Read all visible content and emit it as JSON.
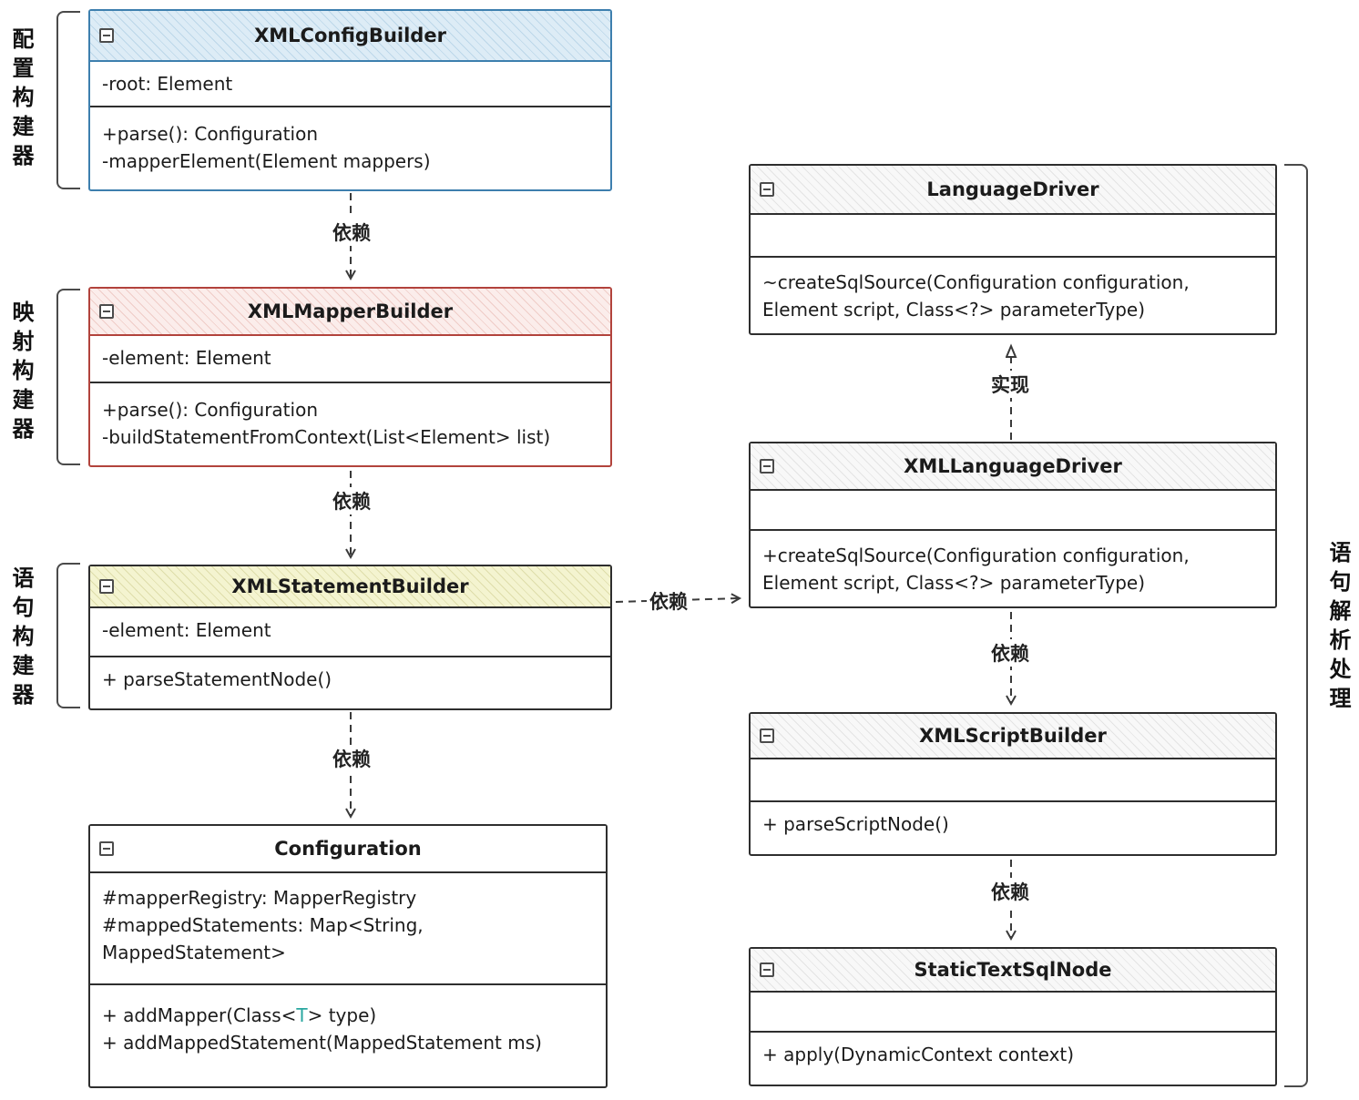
{
  "diagram": {
    "groups": {
      "left_1": "配置构建器",
      "left_2": "映射构建器",
      "left_3": "语句构建器",
      "right_1": "语句解析处理"
    },
    "edge_labels": {
      "dependency": "依赖",
      "realization": "实现"
    },
    "classes": {
      "xml_config_builder": {
        "name": "XMLConfigBuilder",
        "attributes": [
          "-root: Element"
        ],
        "methods": [
          "+parse(): Configuration",
          "-mapperElement(Element mappers)"
        ]
      },
      "xml_mapper_builder": {
        "name": "XMLMapperBuilder",
        "attributes": [
          "-element: Element"
        ],
        "methods": [
          "+parse(): Configuration",
          "-buildStatementFromContext(List<Element> list)"
        ]
      },
      "xml_statement_builder": {
        "name": "XMLStatementBuilder",
        "attributes": [
          "-element: Element"
        ],
        "methods": [
          "+ parseStatementNode()"
        ]
      },
      "configuration": {
        "name": "Configuration",
        "attributes": [
          "#mapperRegistry: MapperRegistry",
          "#mappedStatements: Map<String,",
          "MappedStatement>"
        ],
        "methods": [
          {
            "pre": "+ addMapper(Class<",
            "generic": "T",
            "post": "> type)"
          },
          {
            "text": "+ addMappedStatement(MappedStatement ms)"
          }
        ]
      },
      "language_driver": {
        "name": "LanguageDriver",
        "attributes": [],
        "methods": [
          "~createSqlSource(Configuration configuration,",
          "Element script, Class<?> parameterType)"
        ]
      },
      "xml_language_driver": {
        "name": "XMLLanguageDriver",
        "attributes": [],
        "methods": [
          "+createSqlSource(Configuration configuration,",
          "Element script, Class<?> parameterType)"
        ]
      },
      "xml_script_builder": {
        "name": "XMLScriptBuilder",
        "attributes": [],
        "methods": [
          "+ parseScriptNode()"
        ]
      },
      "static_text_sql_node": {
        "name": "StaticTextSqlNode",
        "attributes": [],
        "methods": [
          "+ apply(DynamicContext context)"
        ]
      }
    },
    "colors": {
      "blue_border": "#3d7fae",
      "blue_header_bg": "#ddecf6",
      "blue_hatch": "#bcd7e9",
      "red_border": "#b2433c",
      "red_header_bg": "#fbedeb",
      "red_hatch": "#efccc7",
      "olive_header_bg": "#f4f4d0",
      "olive_hatch": "#deddaa",
      "gray_header_bg": "#f8f8f8",
      "gray_hatch": "#e4e4e4",
      "box_border": "#2e2e2e",
      "edge_color": "#3a3a3a",
      "generic_type": "#2aa7a0"
    }
  }
}
